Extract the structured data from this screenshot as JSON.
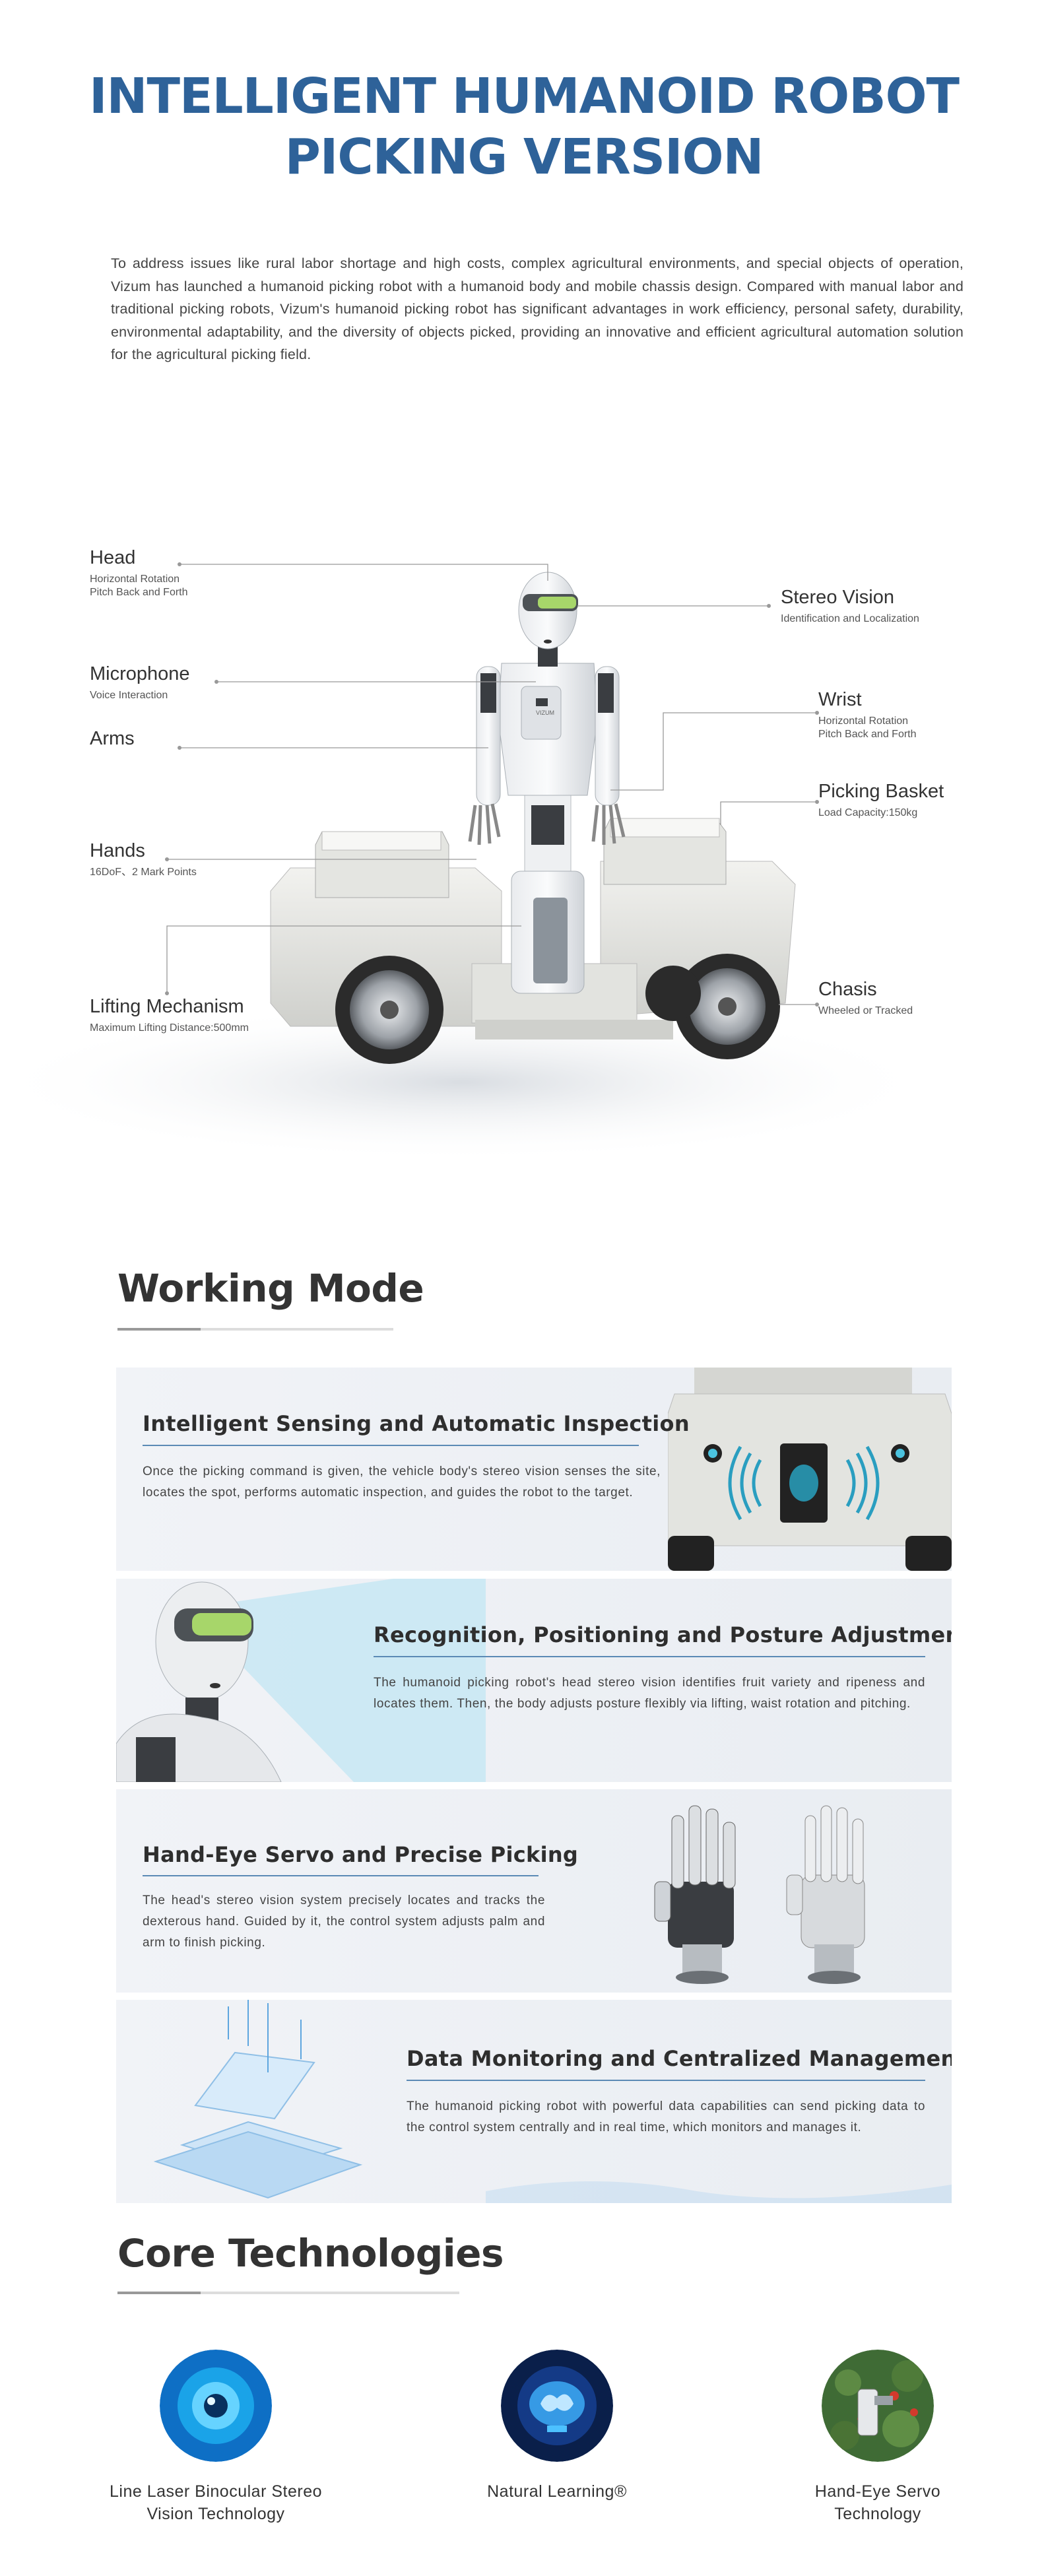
{
  "hero": {
    "title_line1": "INTELLIGENT HUMANOID ROBOT",
    "title_line2": "PICKING VERSION",
    "intro": "To address issues like rural labor shortage and high costs, complex agricultural environments, and special objects of operation, Vizum has launched a humanoid picking robot with a humanoid body and mobile chassis design. Compared with manual labor and traditional picking robots, Vizum's humanoid picking robot has significant advantages in work efficiency, personal safety, durability, environmental adaptability, and the diversity of objects picked, providing an innovative and efficient agricultural automation solution for the agricultural picking field."
  },
  "diagram": {
    "head": {
      "title": "Head",
      "sub1": "Horizontal Rotation",
      "sub2": "Pitch Back and Forth"
    },
    "microphone": {
      "title": "Microphone",
      "sub1": "Voice Interaction"
    },
    "arms": {
      "title": "Arms"
    },
    "hands": {
      "title": "Hands",
      "sub1": "16DoF、2 Mark Points"
    },
    "lifting": {
      "title": "Lifting Mechanism",
      "sub1": "Maximum Lifting Distance:500mm"
    },
    "stereo": {
      "title": "Stereo Vision",
      "sub1": "Identification and Localization"
    },
    "wrist": {
      "title": "Wrist",
      "sub1": "Horizontal Rotation",
      "sub2": "Pitch Back and Forth"
    },
    "basket": {
      "title": "Picking Basket",
      "sub1": "Load Capacity:150kg"
    },
    "chasis": {
      "title": "Chasis",
      "sub1": "Wheeled or Tracked"
    },
    "robot_logo": "VIZUM"
  },
  "working_mode": {
    "title": "Working Mode",
    "cards": [
      {
        "title": "Intelligent Sensing and Automatic Inspection",
        "text": "Once the picking command is given, the vehicle body's stereo vision senses the site, locates the spot, performs automatic inspection, and guides the robot to the target."
      },
      {
        "title": "Recognition, Positioning and Posture Adjustment",
        "text": "The humanoid picking robot's head stereo vision identifies fruit variety and ripeness and locates them. Then, the body adjusts posture flexibly via lifting, waist rotation and pitching."
      },
      {
        "title": "Hand-Eye Servo and Precise Picking",
        "text": "The head's stereo vision system precisely locates and tracks the dexterous hand. Guided by it, the control system adjusts palm and arm to finish picking."
      },
      {
        "title": "Data Monitoring and Centralized Management",
        "text": "The humanoid picking robot with powerful data capabilities can send picking data to the control system centrally and in real time, which monitors and manages it."
      }
    ]
  },
  "core": {
    "title": "Core Technologies",
    "items": [
      {
        "label_line1": "Line Laser Binocular Stereo",
        "label_line2": "Vision Technology"
      },
      {
        "label_line1": "Natural Learning®",
        "label_line2": ""
      },
      {
        "label_line1": "Hand-Eye Servo",
        "label_line2": "Technology"
      }
    ]
  },
  "colors": {
    "title_blue": "#2e6299",
    "accent_line": "#5b8ab5",
    "card_bg": "#eef1f5"
  }
}
